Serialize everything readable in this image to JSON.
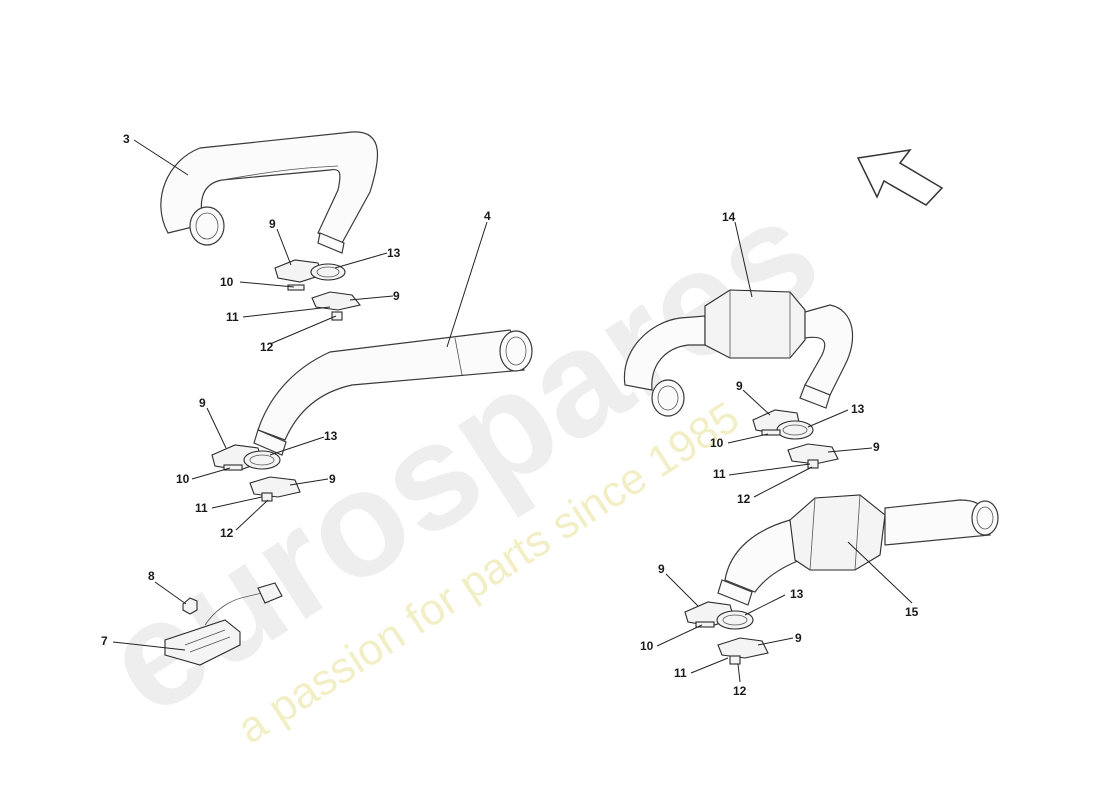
{
  "watermark": {
    "brand": "eurospares",
    "tagline": "a passion for parts since 1985"
  },
  "callouts": {
    "c3": "3",
    "c4": "4",
    "c7": "7",
    "c8": "8",
    "c14": "14",
    "c15": "15",
    "g1": {
      "n9a": "9",
      "n13": "13",
      "n10": "10",
      "n9b": "9",
      "n11": "11",
      "n12": "12"
    },
    "g2": {
      "n9a": "9",
      "n13": "13",
      "n10": "10",
      "n9b": "9",
      "n11": "11",
      "n12": "12"
    },
    "g3": {
      "n9a": "9",
      "n13": "13",
      "n10": "10",
      "n9b": "9",
      "n11": "11",
      "n12": "12"
    },
    "g4": {
      "n9a": "9",
      "n13": "13",
      "n10": "10",
      "n9b": "9",
      "n11": "11",
      "n12": "12"
    }
  },
  "icons": {
    "direction": "direction-arrow-icon"
  }
}
